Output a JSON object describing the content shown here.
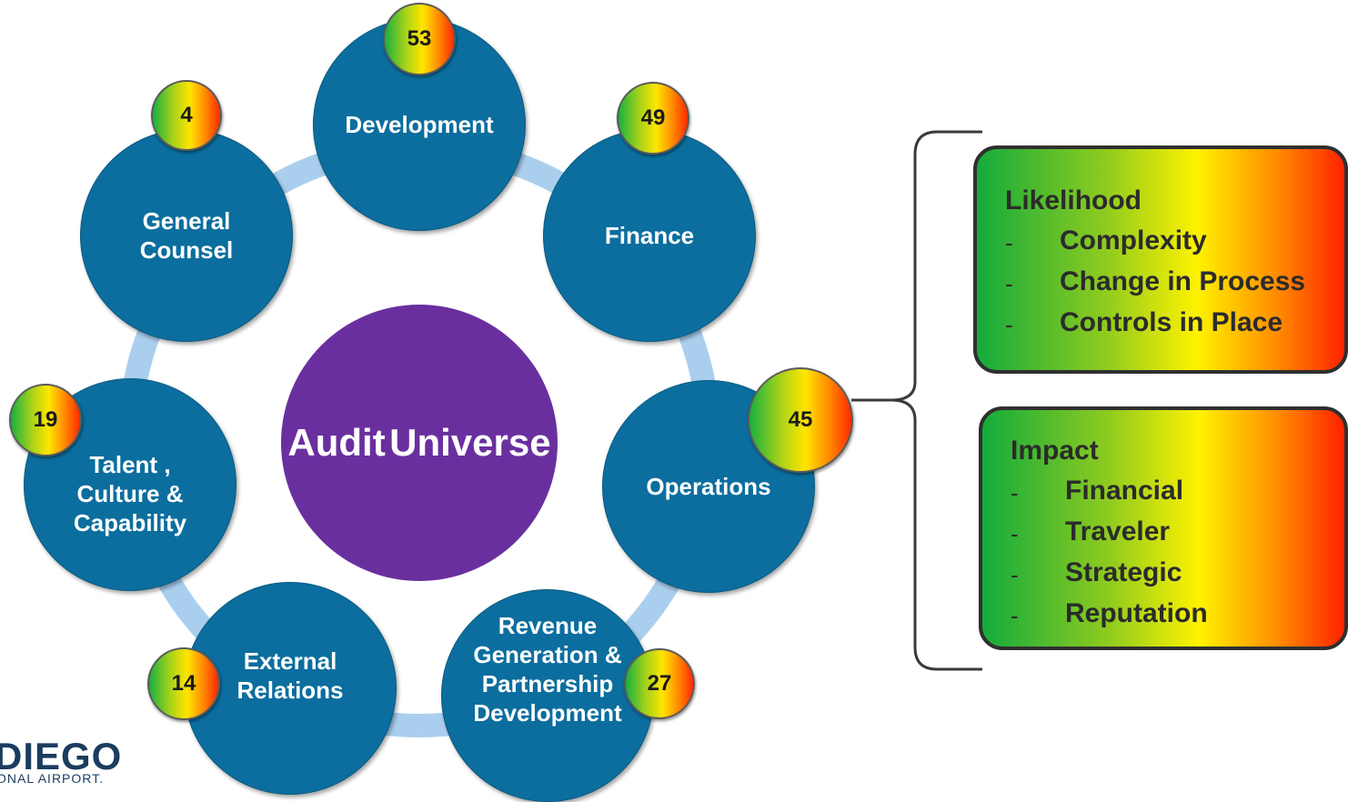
{
  "center": {
    "line1": "Audit",
    "line2": "Universe"
  },
  "nodes": [
    {
      "lines": [
        "Development"
      ],
      "badge": "53"
    },
    {
      "lines": [
        "Finance"
      ],
      "badge": "49"
    },
    {
      "lines": [
        "Operations"
      ],
      "badge": "45"
    },
    {
      "lines": [
        "Revenue",
        "Generation &",
        "Partnership",
        "Development"
      ],
      "badge": "27"
    },
    {
      "lines": [
        "External",
        "Relations"
      ],
      "badge": "14"
    },
    {
      "lines": [
        "Talent ,",
        "Culture &",
        "Capability"
      ],
      "badge": "19"
    },
    {
      "lines": [
        "General",
        "Counsel"
      ],
      "badge": "4"
    }
  ],
  "likelihood": {
    "title": "Likelihood",
    "items": [
      "Complexity",
      "Change in Process",
      "Controls in Place"
    ]
  },
  "impact": {
    "title": "Impact",
    "items": [
      "Financial",
      "Traveler",
      "Strategic",
      "Reputation"
    ]
  },
  "logo": {
    "line1": "DIEGO",
    "line2": "ONAL AIRPORT."
  },
  "colors": {
    "node": "#0b6e9e",
    "center": "#6a2f9e",
    "ring": "#aacfee"
  }
}
